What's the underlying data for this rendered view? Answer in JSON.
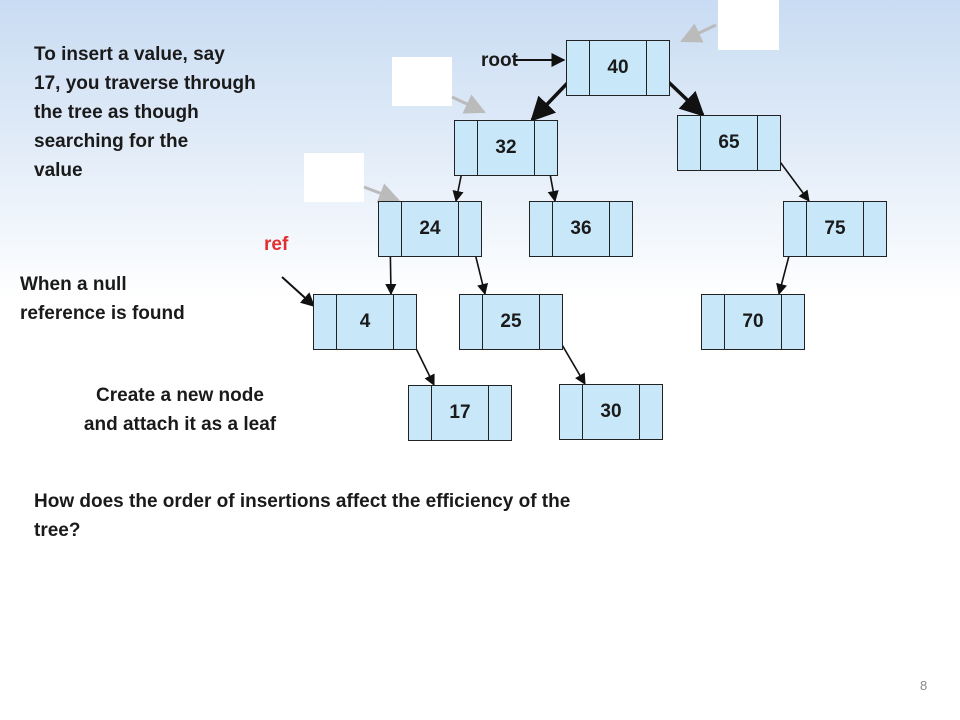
{
  "texts": {
    "intro": "To insert a value, say\n17, you traverse through\nthe tree as though\nsearching for the\nvalue",
    "root_label": "root",
    "ref_label": "ref",
    "null_found": "When a null\nreference is found",
    "create_node": "Create a new node\nand attach it as a leaf",
    "question": "How does the order of insertions affect the efficiency of the\ntree?",
    "page_number": "8"
  },
  "tree": {
    "nodes": [
      {
        "id": "n40",
        "value": "40"
      },
      {
        "id": "n32",
        "value": "32"
      },
      {
        "id": "n65",
        "value": "65"
      },
      {
        "id": "n24",
        "value": "24"
      },
      {
        "id": "n36",
        "value": "36"
      },
      {
        "id": "n75",
        "value": "75"
      },
      {
        "id": "n4",
        "value": "4"
      },
      {
        "id": "n25",
        "value": "25"
      },
      {
        "id": "n70",
        "value": "70"
      },
      {
        "id": "n17",
        "value": "17"
      },
      {
        "id": "n30",
        "value": "30"
      }
    ],
    "edges": [
      {
        "from": "n40",
        "to": "n32",
        "emphasis": "bold"
      },
      {
        "from": "n40",
        "to": "n65",
        "emphasis": "bold"
      },
      {
        "from": "n32",
        "to": "n24",
        "emphasis": "normal"
      },
      {
        "from": "n32",
        "to": "n36",
        "emphasis": "normal"
      },
      {
        "from": "n65",
        "to": "n75",
        "emphasis": "normal"
      },
      {
        "from": "n24",
        "to": "n4",
        "emphasis": "normal"
      },
      {
        "from": "n24",
        "to": "n25",
        "emphasis": "normal"
      },
      {
        "from": "n75",
        "to": "n70",
        "emphasis": "normal"
      },
      {
        "from": "n4",
        "to": "n17",
        "emphasis": "normal"
      },
      {
        "from": "n25",
        "to": "n30",
        "emphasis": "normal"
      }
    ]
  },
  "colors": {
    "node_fill": "#c8e8fa",
    "ref_text": "#e03030",
    "line": "#111111",
    "pointer_arrow": "#bbbbbb"
  }
}
